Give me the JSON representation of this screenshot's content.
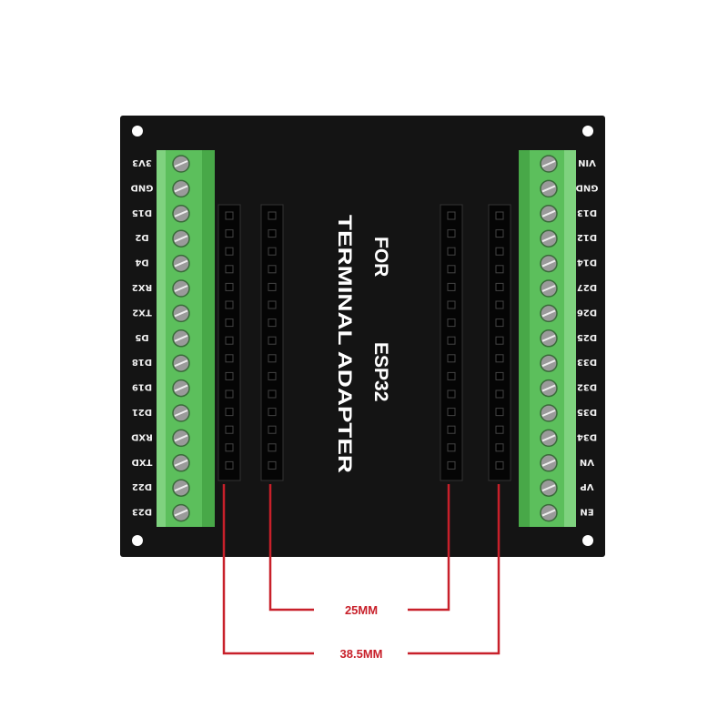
{
  "board": {
    "title_line1_a": "FOR",
    "title_line1_b": "ESP32",
    "title_line2": "TERMINAL ADAPTER",
    "left_pins": [
      "3V3",
      "GND",
      "D15",
      "D2",
      "D4",
      "RX2",
      "TX2",
      "D5",
      "D18",
      "D19",
      "D21",
      "RXD",
      "TXD",
      "D22",
      "D23"
    ],
    "right_pins": [
      "VIN",
      "GND",
      "D13",
      "D12",
      "D14",
      "D27",
      "D26",
      "D25",
      "D33",
      "D32",
      "D35",
      "D34",
      "VN",
      "VP",
      "EN"
    ]
  },
  "dimensions": {
    "inner": "25MM",
    "outer": "38.5MM"
  },
  "colors": {
    "pcb": "#111111",
    "terminal": "#5cbf5c",
    "dimension": "#c8202a"
  }
}
